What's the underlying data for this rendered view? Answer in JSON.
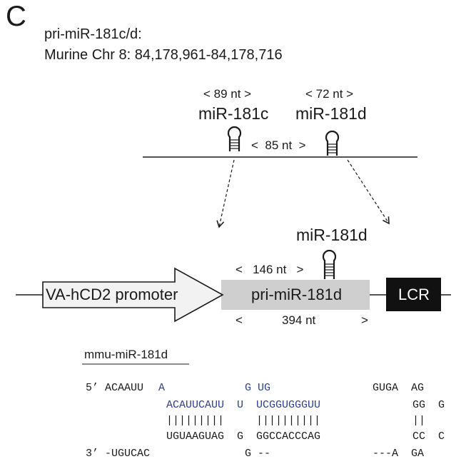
{
  "panel_label": "C",
  "header": {
    "line1": "pri-miR-181c/d:",
    "line2": "Murine Chr 8: 84,178,961-84,178,716"
  },
  "genomic": {
    "stem1_len": "< 89 nt >",
    "stem1_name": "miR-181c",
    "stem2_len": "< 72 nt >",
    "stem2_name": "miR-181d",
    "spacer": "<  85 nt  >"
  },
  "construct": {
    "hairpin_name": "miR-181d",
    "upstream_len": "<   146 nt   >",
    "promoter": "VA-hCD2 promoter",
    "pri": "pri-miR-181d",
    "lcr": "LCR",
    "total_left": "<",
    "total_len": "394 nt",
    "total_right": ">"
  },
  "sequence": {
    "title": "mmu-miR-181d",
    "line1_black_a": "5’ ACAAUU",
    "line1_blue_a": "A",
    "line1_blue_b": "G UG",
    "line1_black_b": "GUGA  AG",
    "line2_blue": "ACAUUCAUU  U  UCGGUGGGUU",
    "line2_black": "GG  G",
    "line3": "|||||||||     ||||||||||",
    "line3_right": "||",
    "line4": "UGUAAGUAG  G  GGCCACCCAG",
    "line4_right": "CC  C",
    "line5_a": "3’ -UGUCAC",
    "line5_b": "G --",
    "line5_c": "---A  GA"
  },
  "colors": {
    "text": "#1a1a1a",
    "blue": "#2e3f92",
    "pri_box": "#cfcfcf",
    "lcr_box": "#111111",
    "arrow_fill": "#f2f2f2"
  }
}
